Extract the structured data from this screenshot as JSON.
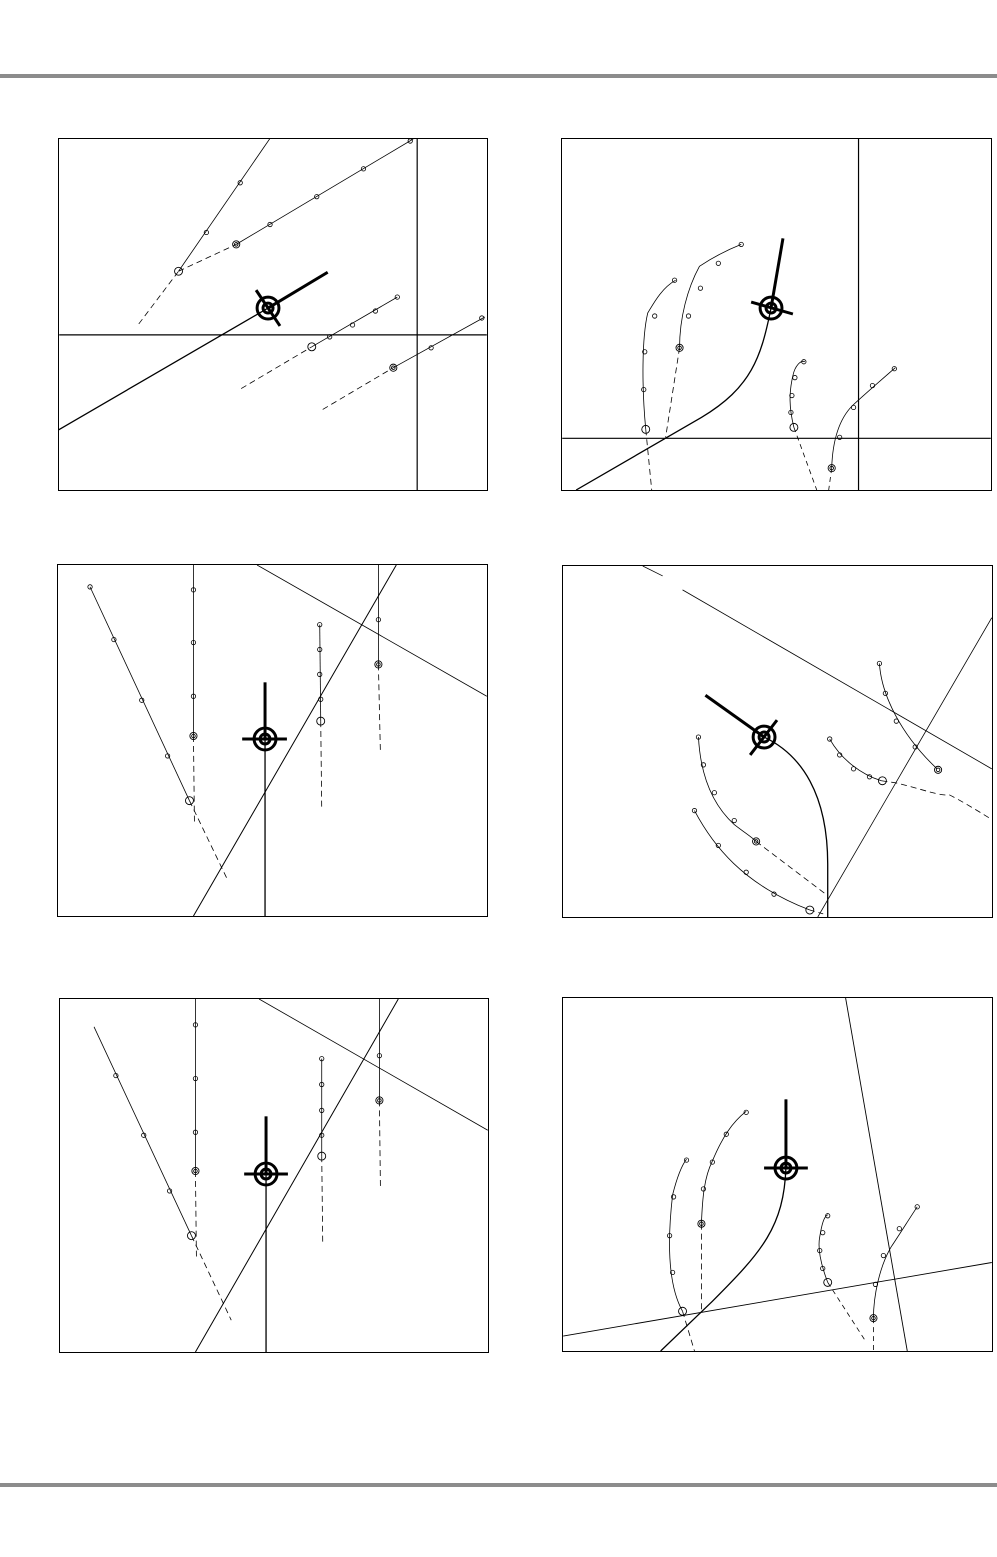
{
  "page": {
    "rule_color": "#8c8c8c",
    "line_color": "#000000",
    "background": "#ffffff"
  },
  "figure": {
    "panel_count": 6,
    "icons": {
      "target": "crosshair-target-icon",
      "marker_small": "small-circle-marker-icon",
      "marker_ringed": "double-ring-marker-icon",
      "marker_large": "large-circle-marker-icon"
    },
    "line_styles": [
      "solid",
      "dashed",
      "bold"
    ]
  }
}
